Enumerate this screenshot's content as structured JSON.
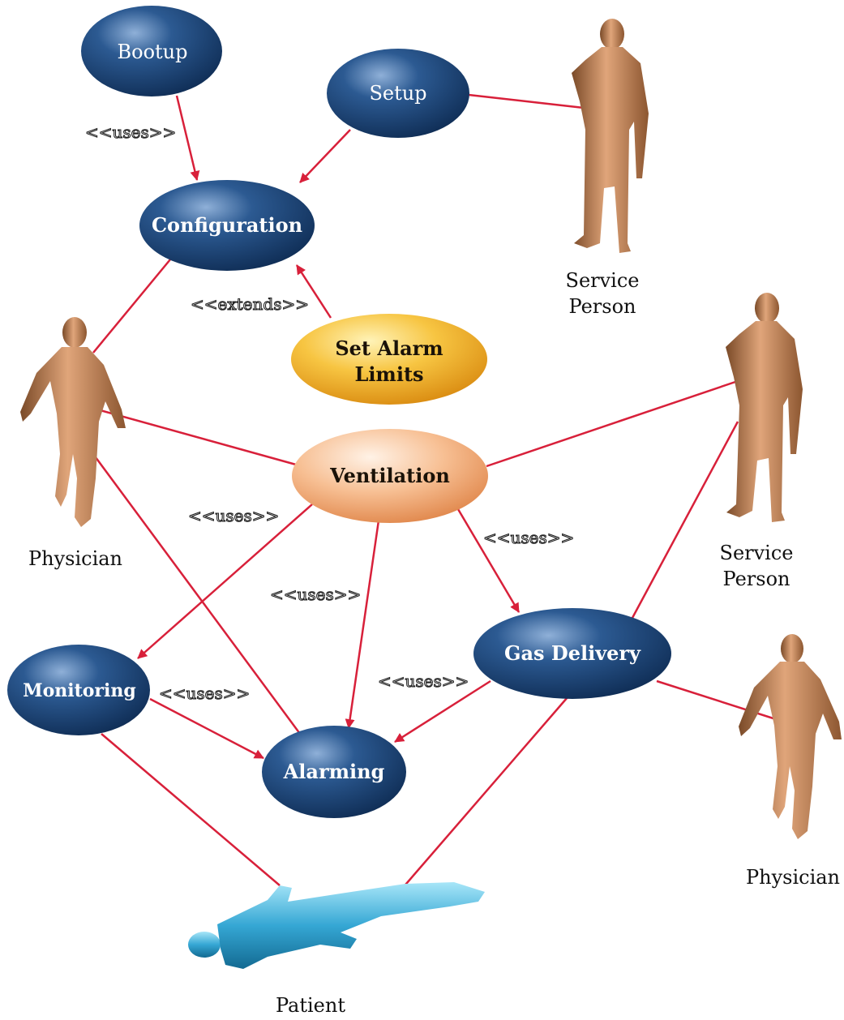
{
  "use_cases": {
    "bootup": "Bootup",
    "setup": "Setup",
    "configuration": "Configuration",
    "set_alarm_limits": [
      "Set Alarm",
      "Limits"
    ],
    "ventilation": "Ventilation",
    "monitoring": "Monitoring",
    "alarming": "Alarming",
    "gas_delivery": "Gas Delivery"
  },
  "relationships": {
    "uses": "<<uses>>",
    "extends": "<<extends>>"
  },
  "actors": {
    "service_person": [
      "Service",
      "Person"
    ],
    "physician": "Physician",
    "patient": "Patient"
  },
  "colors": {
    "line": "#d8203a",
    "use_case_blue": "#1f4a7d",
    "use_case_gold": "#f2b52c",
    "use_case_peach": "#f5b483",
    "actor_skin": "#c98a5c",
    "patient_blue": "#3aa6cf"
  }
}
